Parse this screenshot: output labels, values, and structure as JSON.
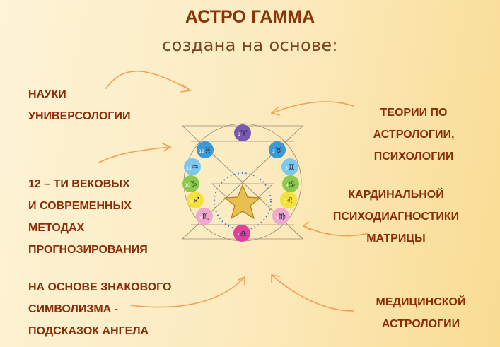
{
  "title": "АСТРО ГАММА",
  "subtitle": "создана на основе:",
  "labels": {
    "universology": "НАУКИ\nУНИВЕРСОЛОГИИ",
    "methods": "12 – ТИ ВЕКОВЫХ\nИ СОВРЕМЕННЫХ\nМЕТОДАХ\nПРОГНОЗИРОВАНИЯ",
    "symbolism": "НА ОСНОВЕ ЗНАКОВОГО\nСИМВОЛИЗМА -\nПОДСКАЗОК АНГЕЛА",
    "theories": "ТЕОРИИ ПО\nАСТРОЛОГИИ,\nПСИХОЛОГИИ",
    "cardinal": "КАРДИНАЛЬНОЙ\nПСИХОДИАГНОСТИКИ\nМАТРИЦЫ",
    "medical": "МЕДИЦИНСКОЙ\nАСТРОЛОГИИ"
  },
  "diagram": {
    "signs": [
      {
        "num": "1",
        "glyph": "♈",
        "color": "#7a5ab0"
      },
      {
        "num": "2",
        "glyph": "♉",
        "color": "#3a9ad8"
      },
      {
        "num": "3",
        "glyph": "♊",
        "color": "#7ec8ee"
      },
      {
        "num": "4",
        "glyph": "♋",
        "color": "#8cc84a"
      },
      {
        "num": "5",
        "glyph": "♌",
        "color": "#f4e23a"
      },
      {
        "num": "6",
        "glyph": "♍",
        "color": "#f0a8d0"
      },
      {
        "num": "7",
        "glyph": "♎",
        "color": "#e040a0"
      },
      {
        "num": "8",
        "glyph": "♏",
        "color": "#f0a8d0"
      },
      {
        "num": "9",
        "glyph": "♐",
        "color": "#f4e23a"
      },
      {
        "num": "10",
        "glyph": "♑",
        "color": "#8cc84a"
      },
      {
        "num": "11",
        "glyph": "♒",
        "color": "#7ec8ee"
      },
      {
        "num": "12",
        "glyph": "♓",
        "color": "#3a9ad8"
      }
    ],
    "arrow_color": "#f4a050"
  }
}
